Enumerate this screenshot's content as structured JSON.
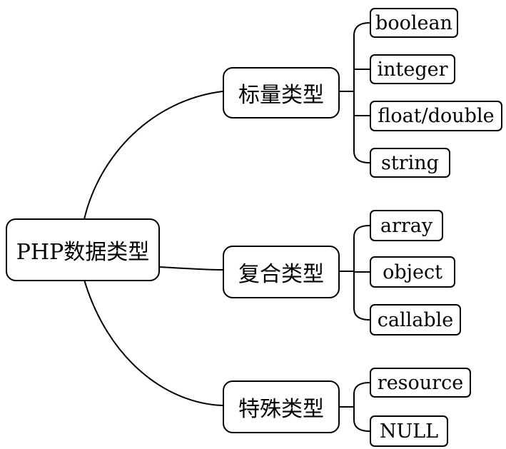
{
  "diagram": {
    "type": "mind-map",
    "colors": {
      "line": "#000000",
      "box_fill": "#ffffff",
      "text": "#000000"
    },
    "root": {
      "label": "PHP数据类型"
    },
    "categories": [
      {
        "label": "标量类型",
        "items": [
          "boolean",
          "integer",
          "float/double",
          "string"
        ]
      },
      {
        "label": "复合类型",
        "items": [
          "array",
          "object",
          "callable"
        ]
      },
      {
        "label": "特殊类型",
        "items": [
          "resource",
          "NULL"
        ]
      }
    ]
  }
}
